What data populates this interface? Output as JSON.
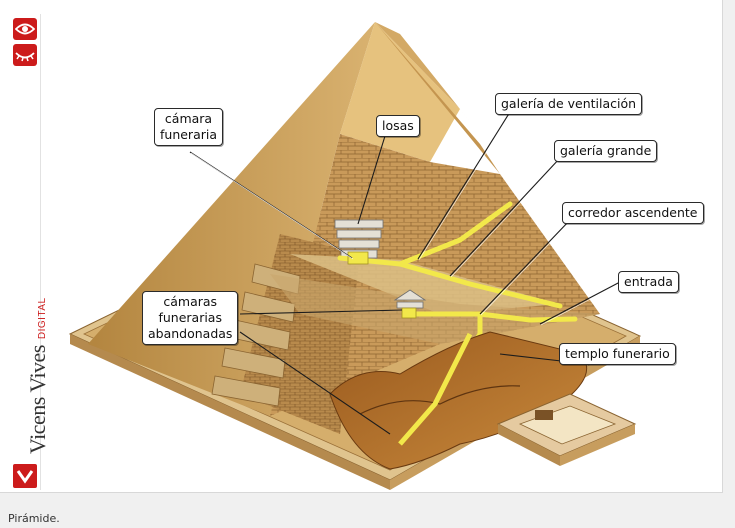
{
  "labels": {
    "camara_funeraria_l1": "cámara",
    "camara_funeraria_l2": "funeraria",
    "losas": "losas",
    "galeria_ventilacion": "galería de ventilación",
    "galeria_grande": "galería grande",
    "corredor_ascendente": "corredor ascendente",
    "entrada": "entrada",
    "camaras_abandonadas_l1": "cámaras",
    "camaras_abandonadas_l2": "funerarias",
    "camaras_abandonadas_l3": "abandonadas",
    "templo_funerario": "templo funerario"
  },
  "brand": {
    "name": "Vicens Vives",
    "sub": "DIGITAL"
  },
  "caption": "Pirámide.",
  "colors": {
    "accent": "#cc1b1b",
    "stone": "#d6b27a",
    "stone_dark": "#a57a3f",
    "passage": "#f2e84a"
  },
  "icons": [
    "eye-open-icon",
    "eye-closed-icon",
    "vicens-vives-logo-icon"
  ]
}
